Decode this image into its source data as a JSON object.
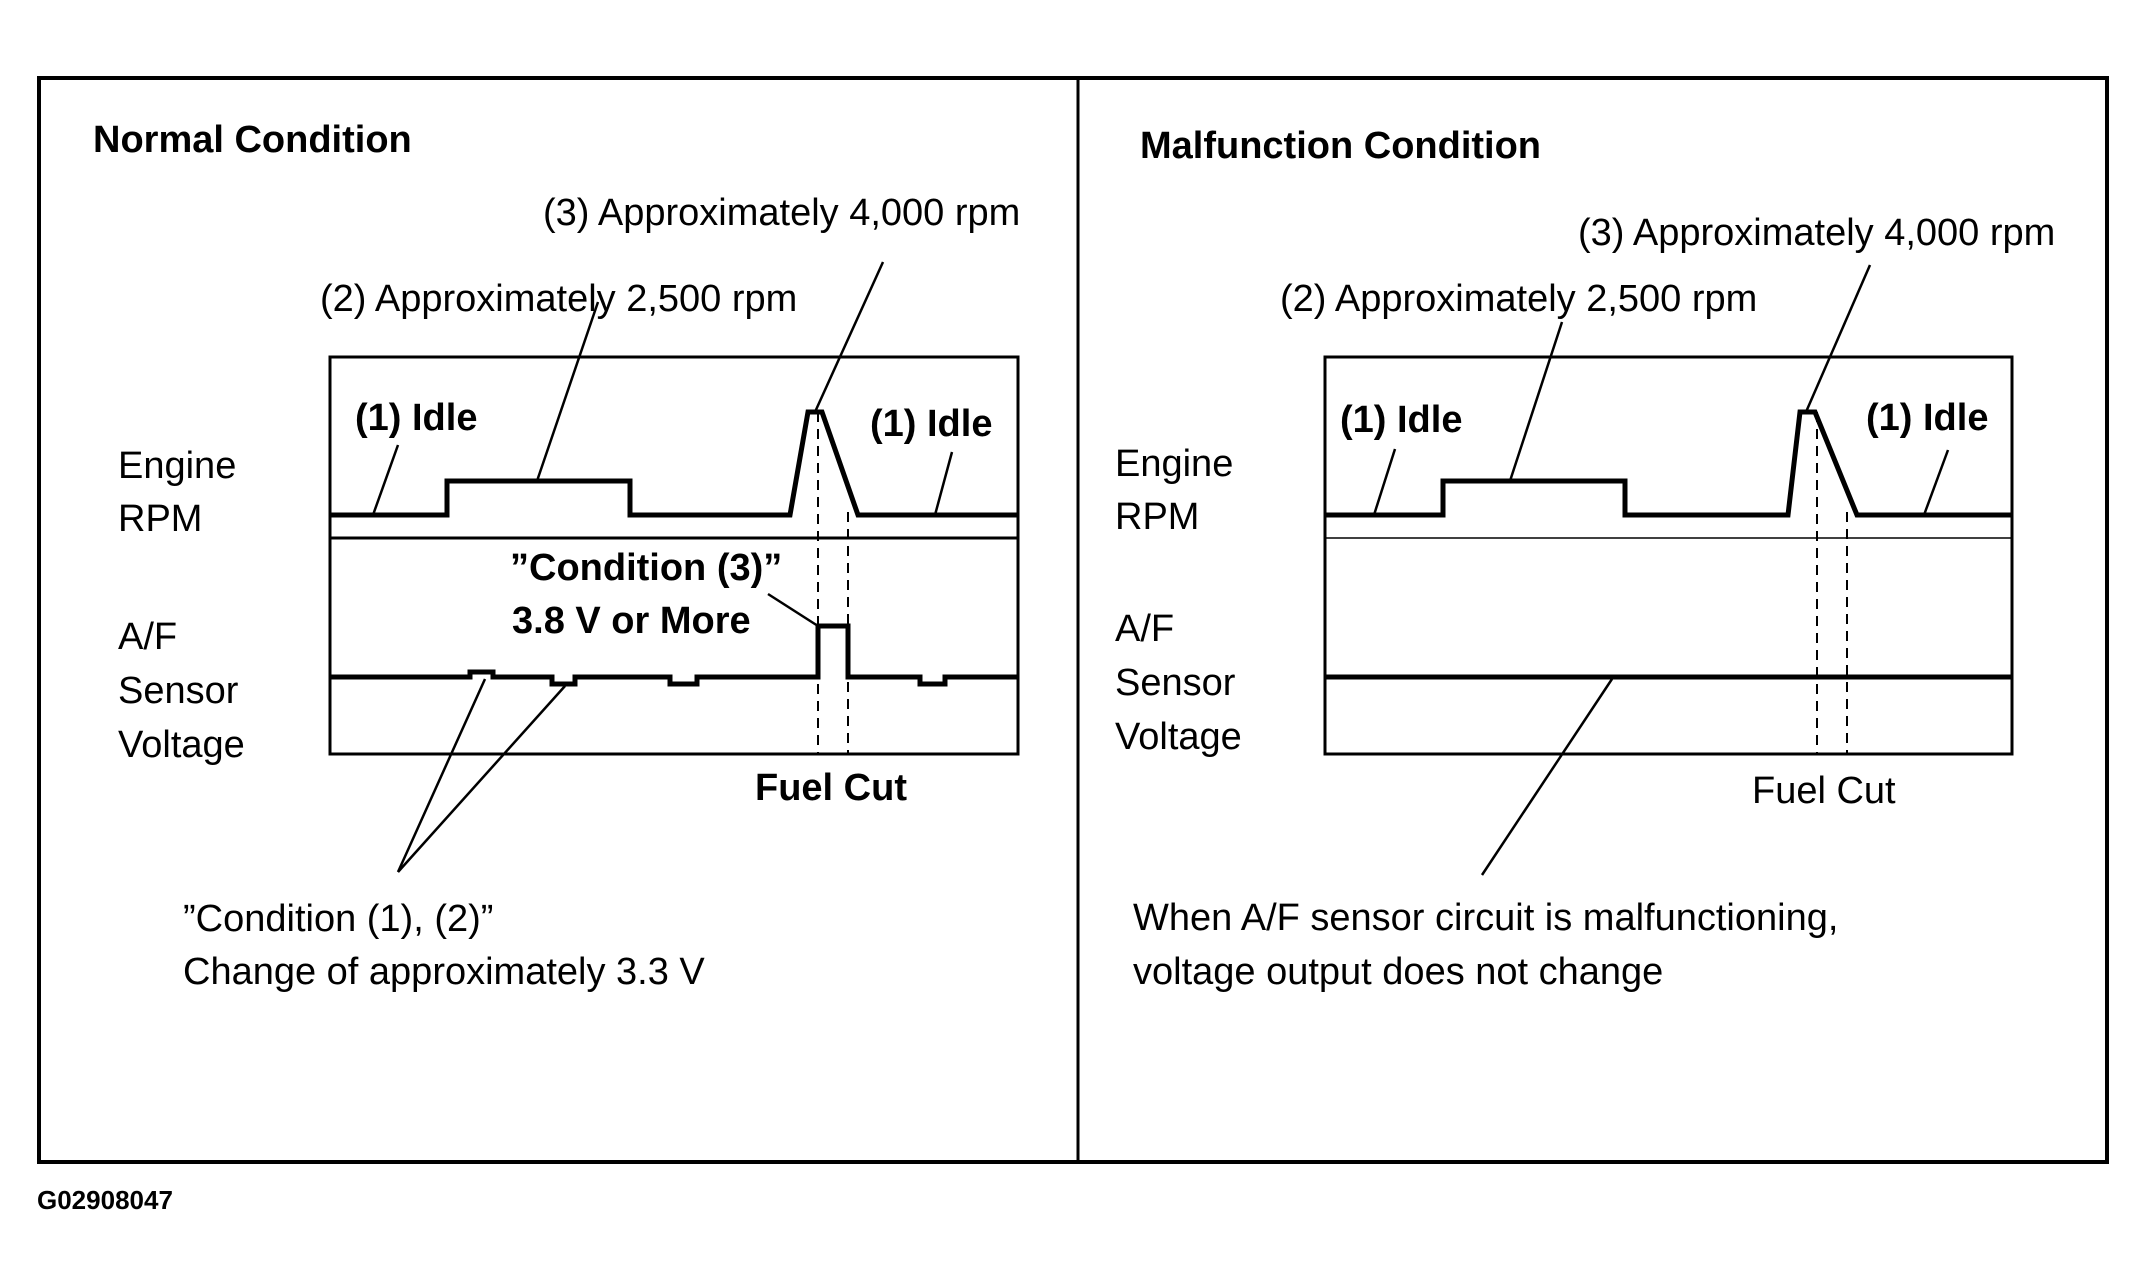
{
  "figure_id": "G02908047",
  "colors": {
    "ink": "#000000",
    "background": "#ffffff"
  },
  "panels": {
    "normal": {
      "title": "Normal Condition",
      "label_engine_1": "Engine",
      "label_engine_2": "RPM",
      "label_af_1": "A/F",
      "label_af_2": "Sensor",
      "label_af_3": "Voltage",
      "callout_4000": "(3) Approximately 4,000 rpm",
      "callout_2500": "(2) Approximately 2,500 rpm",
      "idle_left": "(1) Idle",
      "idle_right": "(1) Idle",
      "condition3_line1": "”Condition (3)”",
      "condition3_line2": "3.8 V or More",
      "fuel_cut": "Fuel Cut",
      "condition12_line1": "”Condition (1), (2)”",
      "condition12_line2": "Change of approximately 3.3 V"
    },
    "malfunction": {
      "title": "Malfunction Condition",
      "label_engine_1": "Engine",
      "label_engine_2": "RPM",
      "label_af_1": "A/F",
      "label_af_2": "Sensor",
      "label_af_3": "Voltage",
      "callout_4000": "(3) Approximately 4,000 rpm",
      "callout_2500": "(2) Approximately 2,500 rpm",
      "idle_left": "(1) Idle",
      "idle_right": "(1) Idle",
      "fuel_cut": "Fuel Cut",
      "note_line1": "When A/F sensor circuit is malfunctioning,",
      "note_line2": "voltage output does not change"
    }
  }
}
